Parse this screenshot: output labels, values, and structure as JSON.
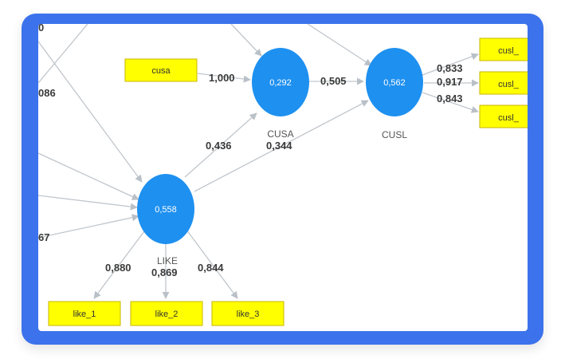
{
  "constructs": {
    "cusa": {
      "name": "CUSA",
      "r2": "0,292"
    },
    "cusl": {
      "name": "CUSL",
      "r2": "0,562"
    },
    "like": {
      "name": "LIKE",
      "r2": "0,558"
    }
  },
  "indicators": {
    "cusa": "cusa",
    "cusl_1": "cusl_",
    "cusl_2": "cusl_",
    "cusl_3": "cusl_",
    "like_1": "like_1",
    "like_2": "like_2",
    "like_3": "like_3"
  },
  "weights": {
    "cusa_to_CUSA": "1,000",
    "CUSA_to_CUSL": "0,505",
    "LIKE_to_CUSA": "0,436",
    "LIKE_to_CUSL": "0,344",
    "CUSL_cusl_1": "0,833",
    "CUSL_cusl_2": "0,917",
    "CUSL_cusl_3": "0,843",
    "LIKE_like_1": "0,880",
    "LIKE_like_2": "0,869",
    "LIKE_like_3": "0,844",
    "left_top_partial": "0",
    "left_mid_partial": "086",
    "left_low_partial": "67"
  },
  "colors": {
    "frame": "#3c73ec",
    "construct": "#1e90f0",
    "indicator_fill": "#ffff00",
    "indicator_border": "#c8b400",
    "arrow": "#c0c6cc"
  }
}
